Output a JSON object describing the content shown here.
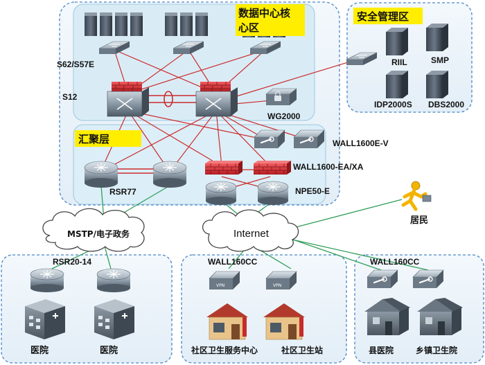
{
  "zones": {
    "datacenter_title": "数据中心核心区",
    "datacenter_title_line1": "数据中心核",
    "datacenter_title_line2": "心区",
    "security_title": "安全管理区",
    "aggregation_title": "汇聚层"
  },
  "devices": {
    "s62": "S62/S57E",
    "s12": "S12",
    "wg2000": "WG2000",
    "riil": "RIIL",
    "smp": "SMP",
    "idp": "IDP2000S",
    "dbs": "DBS2000",
    "wall1600ev": "WALL1600E-V",
    "wall1600ea": "WALL1600-EA/XA",
    "rsr77": "RSR77",
    "npe50": "NPE50-E",
    "rsr20": "RSR20-14",
    "wall160cc_a": "WALL160CC",
    "wall160cc_b": "WALL160CC"
  },
  "networks": {
    "mstp": "MSTP/电子政务",
    "internet": "Internet"
  },
  "sites": {
    "resident": "居民",
    "hospital_1": "医院",
    "hospital_2": "医院",
    "community_center": "社区卫生服务中心",
    "community_station": "社区卫生站",
    "county_hospital": "县医院",
    "township_hospital": "乡镇卫生院"
  },
  "colors": {
    "zone_border": "#4a86c5",
    "zone_fill": "#eef5fb",
    "inner_fill": "#d9ecf6",
    "title_yellow": "#ffee00",
    "red_link": "#cc2b2b",
    "green_link": "#2f9e58",
    "firewall": "#e0353a"
  }
}
